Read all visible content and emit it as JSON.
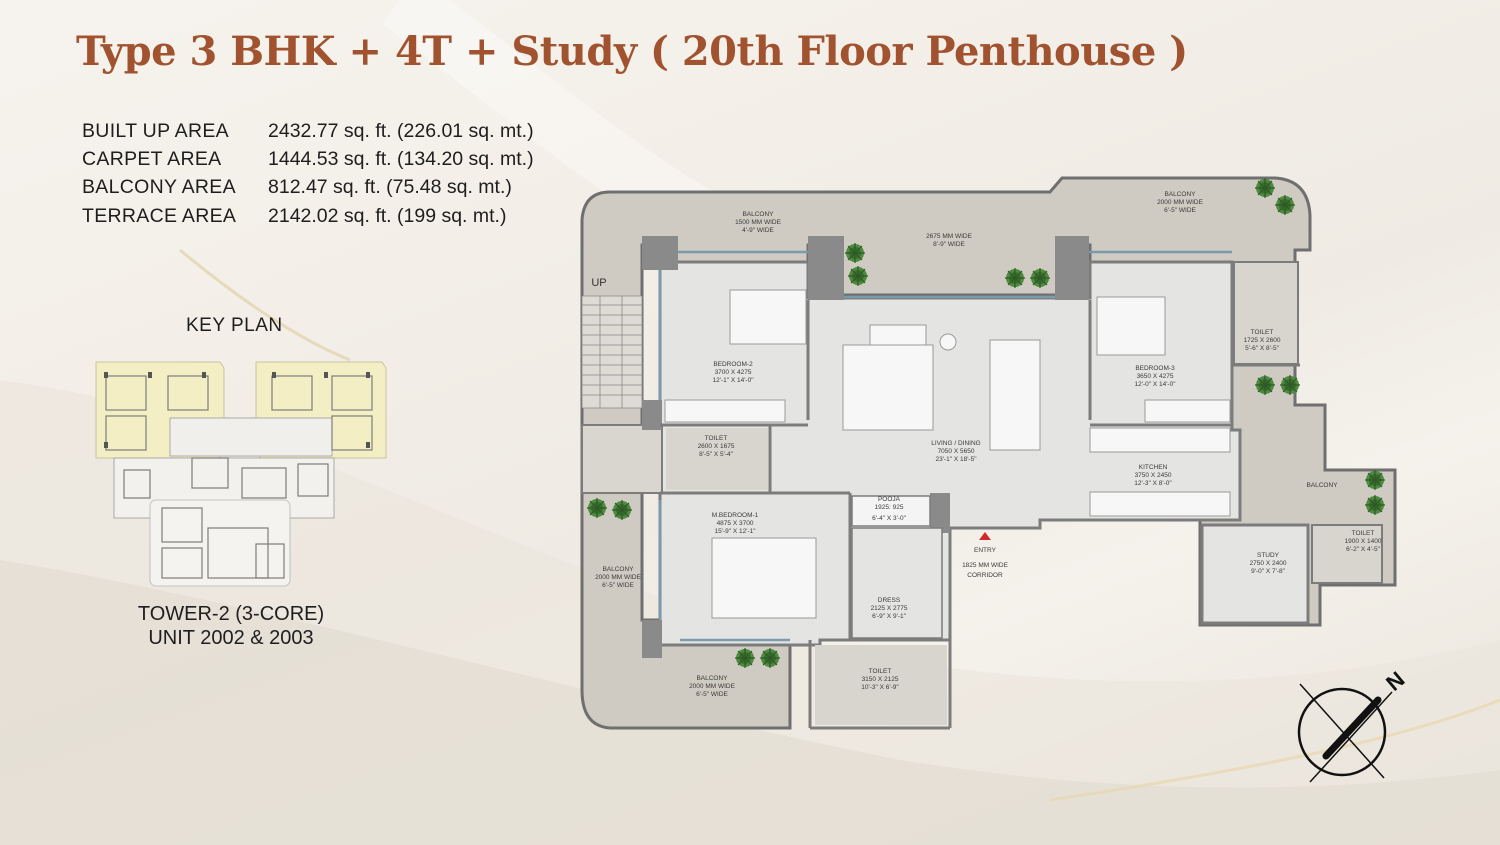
{
  "title": "Type 3 BHK + 4T + Study ( 20th Floor Penthouse )",
  "colors": {
    "title": "#a0532e",
    "text": "#1e1e1e",
    "wall": "#8a8a8a",
    "room_floor": "#e4e4e2",
    "balcony_floor": "#cfcbc3",
    "toilet_floor": "#d8d5cf",
    "glazing": "#7a9bad",
    "plant": "#3f7a35",
    "entry_marker": "#d02a2a"
  },
  "areas": [
    {
      "label": "BUILT UP AREA",
      "value": "2432.77 sq. ft. (226.01 sq. mt.)"
    },
    {
      "label": "CARPET AREA",
      "value": "1444.53 sq. ft. (134.20 sq. mt.)"
    },
    {
      "label": "BALCONY AREA",
      "value": "812.47 sq. ft. (75.48 sq. mt.)"
    },
    {
      "label": "TERRACE AREA",
      "value": "2142.02 sq. ft. (199 sq. mt.)"
    }
  ],
  "key_plan": {
    "title": "KEY PLAN",
    "tower": "TOWER-2 (3-CORE)",
    "unit": "UNIT 2002 & 2003"
  },
  "floor_plan": {
    "stair_label": "UP",
    "rooms": [
      {
        "name": "BALCONY",
        "dim_mm": "1500 MM WIDE",
        "dim_ft": "4'-9\" WIDE"
      },
      {
        "name": "",
        "dim_mm": "2675 MM WIDE",
        "dim_ft": "8'-9\" WIDE"
      },
      {
        "name": "BALCONY",
        "dim_mm": "2000 MM WIDE",
        "dim_ft": "6'-5\" WIDE"
      },
      {
        "name": "BEDROOM-2",
        "dim_mm": "3700 X 4275",
        "dim_ft": "12'-1\" X 14'-0\""
      },
      {
        "name": "BEDROOM-3",
        "dim_mm": "3650 X 4275",
        "dim_ft": "12'-0\" X 14'-0\""
      },
      {
        "name": "TOILET",
        "dim_mm": "1725 X 2600",
        "dim_ft": "5'-6\" X 8'-5\""
      },
      {
        "name": "LIVING / DINING",
        "dim_mm": "7050 X 5650",
        "dim_ft": "23'-1\" X 18'-5\""
      },
      {
        "name": "TOILET",
        "dim_mm": "2600 X 1675",
        "dim_ft": "8'-5\" X 5'-4\""
      },
      {
        "name": "KITCHEN",
        "dim_mm": "3750 X 2450",
        "dim_ft": "12'-3\" X 8'-0\""
      },
      {
        "name": "BALCONY",
        "dim_mm": "",
        "dim_ft": ""
      },
      {
        "name": "M.BEDROOM-1",
        "dim_mm": "4875 X 3700",
        "dim_ft": "15'-9\" X 12'-1\""
      },
      {
        "name": "POOJA",
        "dim_mm": "1925: 925",
        "dim_ft": "6'-4\" X 3'-0\""
      },
      {
        "name": "DRESS",
        "dim_mm": "2125 X 2775",
        "dim_ft": "6'-9\" X 9'-1\""
      },
      {
        "name": "STUDY",
        "dim_mm": "2750 X 2400",
        "dim_ft": "9'-0\" X 7'-8\""
      },
      {
        "name": "TOILET",
        "dim_mm": "1900 X 1400",
        "dim_ft": "6'-2\" X 4'-5\""
      },
      {
        "name": "BALCONY",
        "dim_mm": "2000 MM WIDE",
        "dim_ft": "6'-5\" WIDE"
      },
      {
        "name": "BALCONY",
        "dim_mm": "2000 MM WIDE",
        "dim_ft": "6'-5\" WIDE"
      },
      {
        "name": "TOILET",
        "dim_mm": "3150 X 2125",
        "dim_ft": "10'-3\" X 6'-9\""
      }
    ],
    "entry_label": "ENTRY",
    "corridor_label_1": "1825 MM WIDE",
    "corridor_label_2": "CORRIDOR"
  },
  "compass": {
    "north_label": "N"
  }
}
